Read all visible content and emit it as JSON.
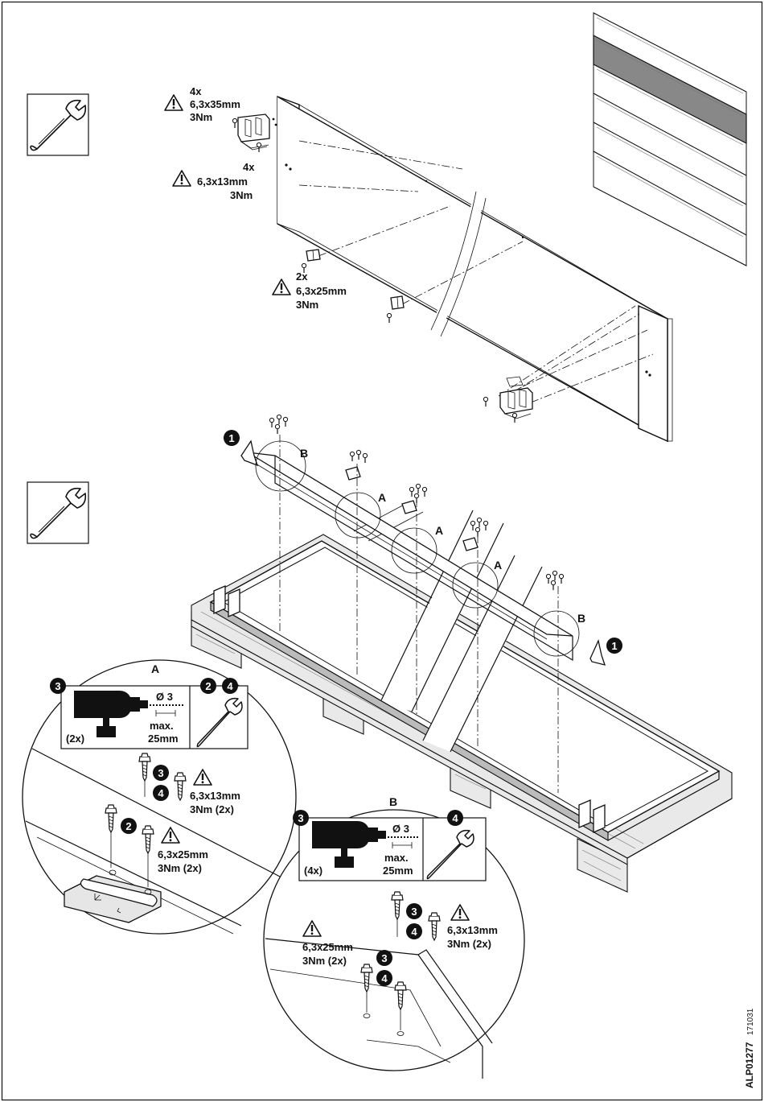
{
  "step1": {
    "bracket_top": {
      "qty": "4x",
      "spec": "6,3x35mm",
      "torque": "3Nm"
    },
    "bracket_bottom": {
      "qty": "4x",
      "spec": "6,3x13mm",
      "torque": "3Nm"
    },
    "center_hinge": {
      "qty": "2x",
      "spec": "6,3x25mm",
      "torque": "3Nm"
    }
  },
  "step2": {
    "marker_1": "1",
    "detail_labels": {
      "a": "A",
      "b": "B"
    }
  },
  "detail_a": {
    "title": "A",
    "drill": {
      "diameter": "Ø 3",
      "max_label": "max.",
      "max_depth": "25mm",
      "count": "(2x)"
    },
    "steps_drill": "3",
    "steps_wrench": [
      "2",
      "4"
    ],
    "screw_top": {
      "steps": [
        "3",
        "4"
      ],
      "spec": "6,3x13mm",
      "torque": "3Nm (2x)"
    },
    "screw_bottom": {
      "step": "2",
      "spec": "6,3x25mm",
      "torque": "3Nm (2x)"
    }
  },
  "detail_b": {
    "title": "B",
    "drill": {
      "diameter": "Ø 3",
      "max_label": "max.",
      "max_depth": "25mm",
      "count": "(4x)"
    },
    "steps_drill": "3",
    "steps_wrench": "4",
    "screw_right": {
      "steps": [
        "3",
        "4"
      ],
      "spec": "6,3x13mm",
      "torque": "3Nm (2x)"
    },
    "screw_left": {
      "steps": [
        "3",
        "4"
      ],
      "spec": "6,3x25mm",
      "torque": "3Nm (2x)"
    }
  },
  "footer": {
    "code": "ALP01277",
    "date": "171031"
  },
  "icons": [
    "wrench-icon",
    "warning-icon",
    "drill-icon",
    "step-number-icon"
  ]
}
